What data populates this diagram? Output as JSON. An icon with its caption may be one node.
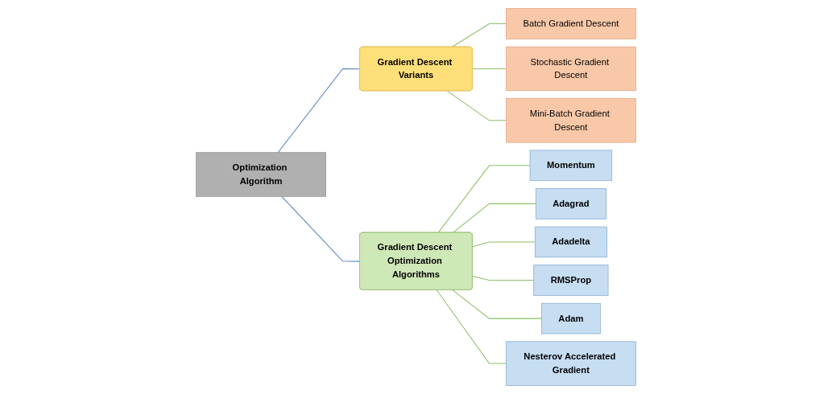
{
  "diagram": {
    "nodes": [
      {
        "text": [
          "Optimization Algorithm"
        ]
      },
      {
        "text": [
          "Gradient Descent Variants"
        ]
      },
      {
        "text": [
          "Batch Gradient Descent"
        ]
      },
      {
        "text": [
          "Stochastic Gradient Descent"
        ]
      },
      {
        "text": [
          "Mini-Batch Gradient Descent"
        ]
      },
      {
        "text": [
          "Gradient Descent Optimization Algorithms"
        ]
      },
      {
        "text": [
          "Momentum"
        ]
      },
      {
        "text": [
          "Adagrad"
        ]
      },
      {
        "text": [
          "Adadelta"
        ]
      },
      {
        "text": [
          "RMSProp"
        ]
      },
      {
        "text": [
          "Adam"
        ]
      },
      {
        "text": [
          "Nesterov Accelerated Gradient"
        ]
      }
    ],
    "edges": [
      {
        "from": 0,
        "to": 1,
        "arrow": "none",
        "color": "#4f81bd"
      },
      {
        "from": 0,
        "to": 5,
        "arrow": "none",
        "color": "#4f81bd"
      },
      {
        "from": 1,
        "to": 2,
        "arrow": "none"
      },
      {
        "from": 1,
        "to": 3,
        "arrow": "none"
      },
      {
        "from": 1,
        "to": 4,
        "arrow": "none"
      },
      {
        "from": 5,
        "to": 6,
        "arrow": "none"
      },
      {
        "from": 5,
        "to": 7,
        "arrow": "none"
      },
      {
        "from": 5,
        "to": 8,
        "arrow": "none"
      },
      {
        "from": 5,
        "to": 9,
        "arrow": "none"
      },
      {
        "from": 5,
        "to": 10,
        "arrow": "none"
      },
      {
        "from": 5,
        "to": 11,
        "arrow": "none"
      }
    ]
  }
}
